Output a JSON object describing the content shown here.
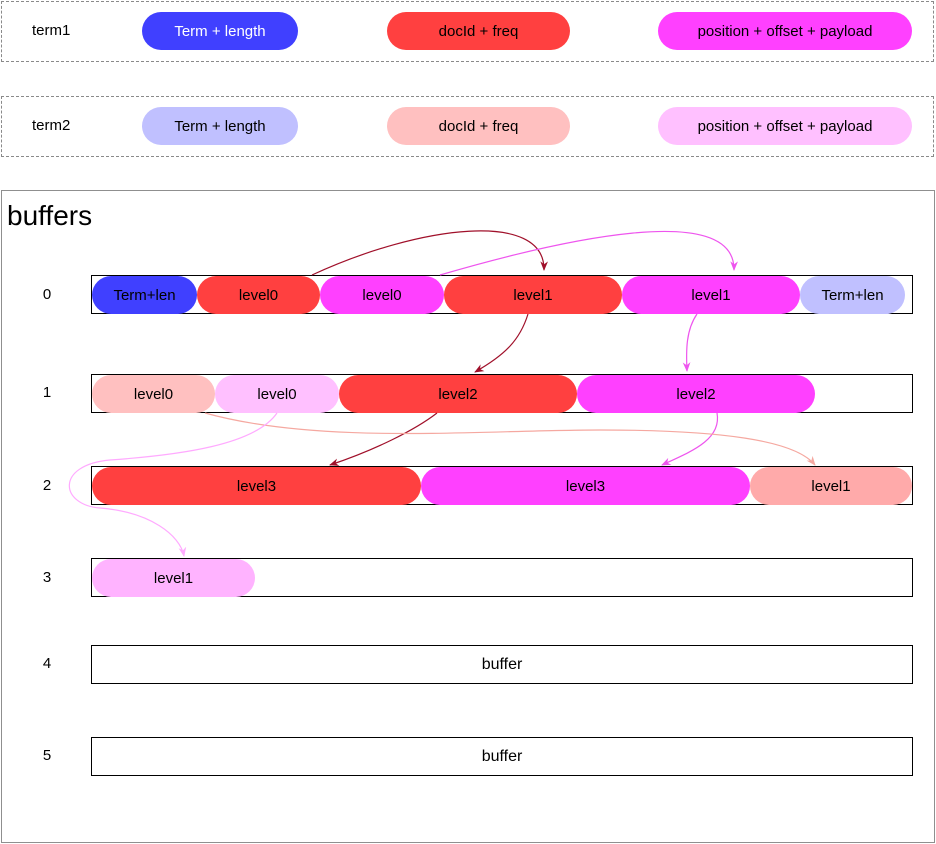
{
  "legend": [
    {
      "label": "term1",
      "items": [
        {
          "text": "Term + length",
          "color": "#4040ff",
          "text_color": "#ffffff"
        },
        {
          "text": "docId + freq",
          "color": "#ff4040",
          "text_color": "#000000"
        },
        {
          "text": "position + offset + payload",
          "color": "#ff40ff",
          "text_color": "#000000"
        }
      ]
    },
    {
      "label": "term2",
      "items": [
        {
          "text": "Term + length",
          "color": "#c0c0ff",
          "text_color": "#000000"
        },
        {
          "text": "docId + freq",
          "color": "#ffc0c0",
          "text_color": "#000000"
        },
        {
          "text": "position + offset + payload",
          "color": "#ffc0ff",
          "text_color": "#000000"
        }
      ]
    }
  ],
  "panel": {
    "title": "buffers",
    "rows": [
      {
        "index": "0",
        "text": "",
        "segments": [
          {
            "text": "Term+len",
            "color": "#4040ff"
          },
          {
            "text": "level0",
            "color": "#ff4040"
          },
          {
            "text": "level0",
            "color": "#ff40ff"
          },
          {
            "text": "level1",
            "color": "#ff4040"
          },
          {
            "text": "level1",
            "color": "#ff40ff"
          },
          {
            "text": "Term+len",
            "color": "#c0c0ff"
          }
        ]
      },
      {
        "index": "1",
        "text": "",
        "segments": [
          {
            "text": "level0",
            "color": "#ffc0c0"
          },
          {
            "text": "level0",
            "color": "#ffc0ff"
          },
          {
            "text": "level2",
            "color": "#ff4040"
          },
          {
            "text": "level2",
            "color": "#ff40ff"
          }
        ]
      },
      {
        "index": "2",
        "text": "",
        "segments": [
          {
            "text": "level3",
            "color": "#ff4040"
          },
          {
            "text": "level3",
            "color": "#ff40ff"
          },
          {
            "text": "level1",
            "color": "#ffaaaa"
          }
        ]
      },
      {
        "index": "3",
        "text": "",
        "segments": [
          {
            "text": "level1",
            "color": "#ffb3ff"
          }
        ]
      },
      {
        "index": "4",
        "text": "buffer",
        "segments": []
      },
      {
        "index": "5",
        "text": "buffer",
        "segments": []
      }
    ]
  },
  "arrow_colors": {
    "term1_docfreq": "#a0102a",
    "term1_position": "#ee55ee",
    "term2_docfreq": "#f5a8a0",
    "term2_position": "#ffaaff"
  }
}
